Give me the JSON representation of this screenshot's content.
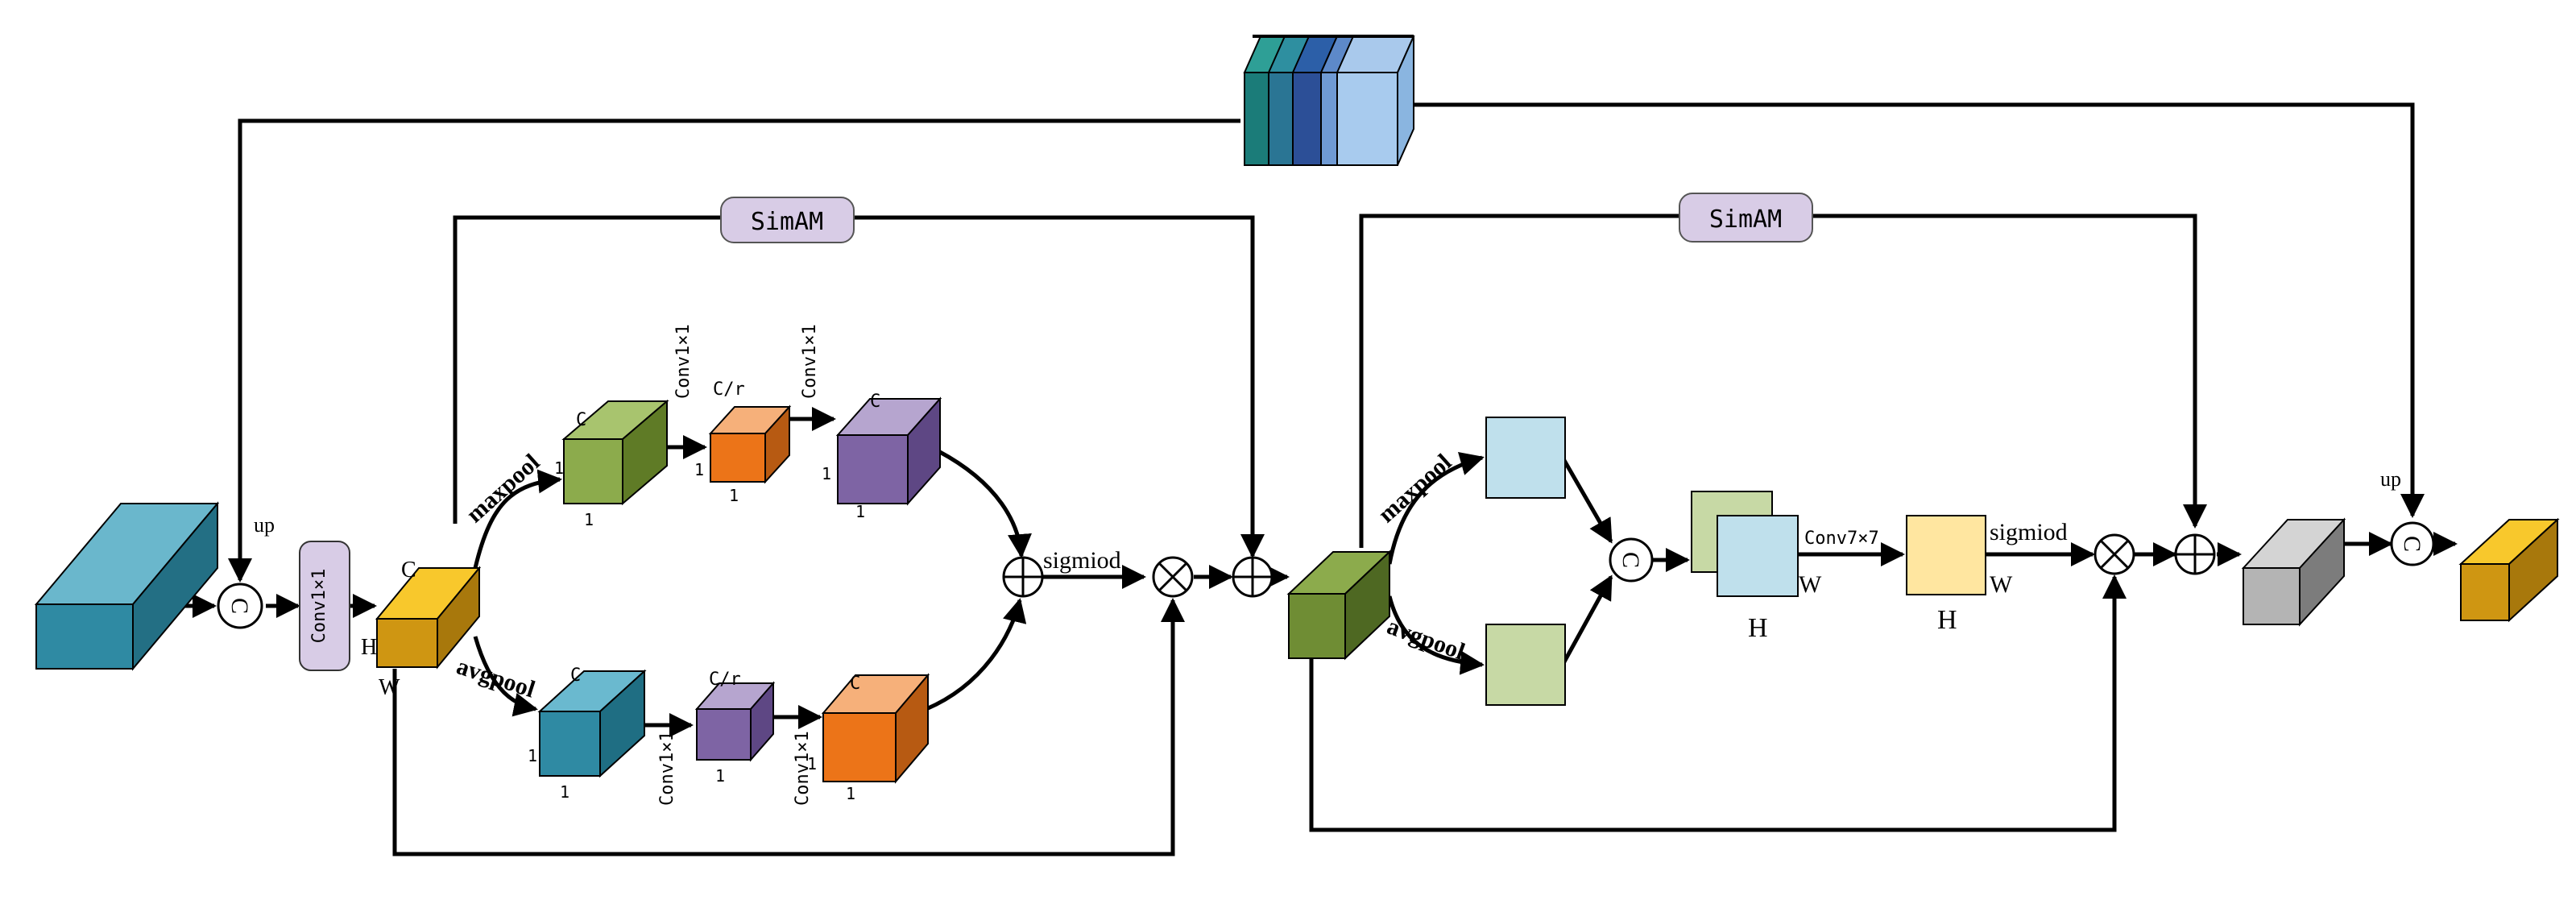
{
  "labels": {
    "up": "up",
    "concat": "C",
    "conv1x1": "Conv1×1",
    "simam": "SimAM",
    "maxpool": "maxpool",
    "avgpool": "avgpool",
    "sigmiod": "sigmiod",
    "conv7x7": "Conv7×7",
    "C": "C",
    "H": "H",
    "W": "W",
    "one": "1",
    "c_over_r": "C/r"
  },
  "colors": {
    "line": "#000000",
    "simam_fill": "#d8cce6",
    "teal": "#4ba3b8",
    "gold": "#e0a81a",
    "green": "#7e9a3c",
    "light_green": "#c7d9a5",
    "orange": "#ec7c1e",
    "purple": "#7e64a4",
    "light_blue": "#bfe0ec",
    "light_yellow": "#ffe6a0",
    "gray": "#b8b8b8"
  },
  "icons": {
    "concat": "circled-c-icon",
    "add": "circled-plus-icon",
    "multiply": "circled-times-icon"
  }
}
